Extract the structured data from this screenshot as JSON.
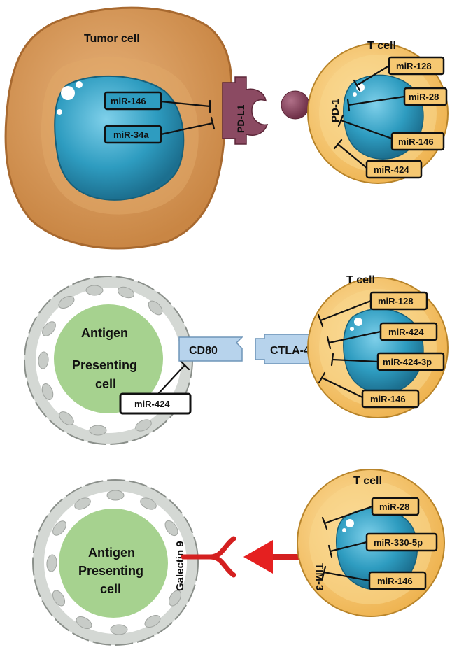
{
  "panel1": {
    "tumor_cell_label": "Tumor cell",
    "tumor_mirs": [
      "miR-146",
      "miR-34a"
    ],
    "pdl1_label": "PD-L1",
    "pd1_label": "PD-1",
    "tcell_label": "T cell",
    "tcell_mirs": [
      "miR-128",
      "miR-28",
      "miR-146",
      "miR-424"
    ]
  },
  "panel2": {
    "apc_label": [
      "Antigen",
      "Presenting",
      "cell"
    ],
    "apc_mir": "miR-424",
    "cd80_label": "CD80",
    "ctla4_label": "CTLA-4",
    "tcell_label": "T cell",
    "tcell_mirs": [
      "miR-128",
      "miR-424",
      "miR-424-3p",
      "miR-146"
    ]
  },
  "panel3": {
    "apc_label": [
      "Antigen",
      "Presenting",
      "cell"
    ],
    "galectin_label": "Galectin 9",
    "tim3_label": "TIM-3",
    "tcell_label": "T cell",
    "tcell_mirs": [
      "miR-28",
      "miR-330-5p",
      "miR-146"
    ]
  },
  "colors": {
    "tumor_cell": "#d89a5a",
    "nucleus": "#2e9cc0",
    "t_cell": "#f6c872",
    "apc_core": "#a6d28f",
    "apc_membrane": "#c8ccc8",
    "pd_l1": "#8b4a62",
    "receptor_blue": "#b7d3ec",
    "galectin_red": "#d42020"
  }
}
